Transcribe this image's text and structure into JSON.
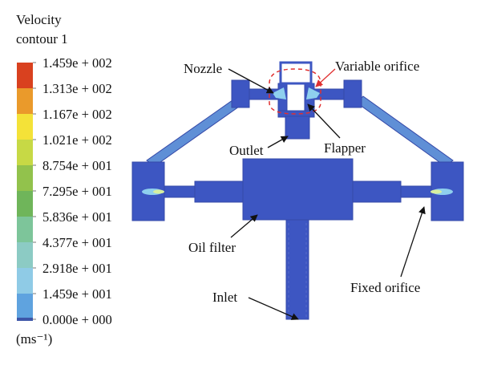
{
  "legend": {
    "title_line1": "Velocity",
    "title_line2": "contour 1",
    "unit": "(ms⁻¹)",
    "levels": [
      {
        "label": "1.459e + 002",
        "color": "#d9411f"
      },
      {
        "label": "1.313e + 002",
        "color": "#ea9a2b"
      },
      {
        "label": "1.167e + 002",
        "color": "#f4e238"
      },
      {
        "label": "1.021e + 002",
        "color": "#c7d945"
      },
      {
        "label": "8.754e + 001",
        "color": "#92c24c"
      },
      {
        "label": "7.295e + 001",
        "color": "#6fb55a"
      },
      {
        "label": "5.836e + 001",
        "color": "#7dc59a"
      },
      {
        "label": "4.377e + 001",
        "color": "#8ccbc4"
      },
      {
        "label": "2.918e + 001",
        "color": "#8fcbe6"
      },
      {
        "label": "1.459e + 001",
        "color": "#5fa3df"
      },
      {
        "label": "0.000e + 000",
        "color": "#3d56a8"
      }
    ]
  },
  "labels": {
    "nozzle": "Nozzle",
    "variable_orifice": "Variable orifice",
    "outlet": "Outlet",
    "flapper": "Flapper",
    "oil_filter": "Oil filter",
    "inlet": "Inlet",
    "fixed_orifice": "Fixed orifice"
  },
  "colors": {
    "body": "#3d56c2",
    "body_edge": "#3549a8",
    "jet": "#8fd0ee",
    "jet_core": "#d7f0a0",
    "callout_red": "#e03030"
  }
}
